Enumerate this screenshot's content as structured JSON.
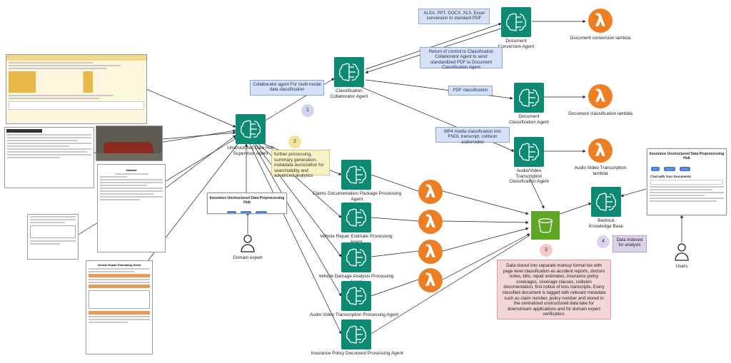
{
  "agents": {
    "supervisor": "Unstructured Data Hub Supervisor Agent",
    "classification_collaborator": "Classification Collaborator Agent",
    "document_conversion": "Document Conversion Agent",
    "document_classification": "Document Classification Agent",
    "audio_video": "Audio/Video Transcription Classification Agent",
    "bedrock_kb": "Bedrock Knowledge Base",
    "claims_doc": "Claims Documentation Package Processing Agent",
    "vehicle_repair": "Vehicle Repair Estimate Processing Agent",
    "vehicle_damage": "Vehicle Damage Analysis  Processing Agent",
    "audio_video_transcription": "Audio Video  Transcription  Processing Agent",
    "insurance_policy": "Insurance Policy Document Processing Agent"
  },
  "lambdas": {
    "conversion": "Document conversion lambda",
    "classification": "Document classification lambda",
    "transcription": "Audio Video Transcription lambda"
  },
  "notes": {
    "excel_conversion": "XLSX, PPT, DOCX, XLS, Excel conversion to standard PDF",
    "return_control": "Return of control to Classification Collaborator Agent to send standardized PDF to Document Classification Agent",
    "pdf_classification": "PDF classification",
    "mp4_classification": "MP4 media classification into FNOL transcript, collision audio/video",
    "collaborator_multimodal": "Collaborator agent For multi-modal data classification",
    "further_processing": "further processing, summary generation, metadata association for searchability and advanced analytics",
    "data_indexed": "Data Indexed for analysis",
    "data_stored": "Data stored into separate markup format tex with page level classification as accident reports, doctors notes, bills, repair estimates, insurance policy coverages, coverage clauses, collision documentation, first notice of loss transcripts, Every classified document is tagged with relevant metadata such as claim number, policy number and stored in the centralized unstructured data lake for downstream applications and for domain expert verification."
  },
  "steps": [
    "1",
    "2",
    "3",
    "4"
  ],
  "people": {
    "domain_expert": "Domain expert",
    "users": "Users"
  },
  "ui_cards": {
    "hub_small_title": "Insurance Unstructured Data Preprocessing Hub",
    "hub_large_title": "Insurance Unstructured Data Preprocessing Hub",
    "chat_heading": "Chat with Your Documents"
  },
  "documents": {
    "repair_sheet_title": "Vehicle Repair Estimating Sheet"
  },
  "colors": {
    "agent": "#0f8a72",
    "lambda": "#ee7e24",
    "bucket": "#5fa624",
    "blue_note": "#d6e1f5",
    "yellow_note": "#fbf1c6",
    "pink_note": "#f5d6d6",
    "purple_note": "#dcd2ea",
    "step_circle_1": "#cfd6f2",
    "step_circle_2": "#f6e39a",
    "step_circle_3": "#f3c9c9",
    "step_circle_4": "#ddd3ee"
  },
  "icons": [
    "brain-agent-icon",
    "lambda-icon",
    "s3-bucket-icon",
    "person-icon"
  ]
}
